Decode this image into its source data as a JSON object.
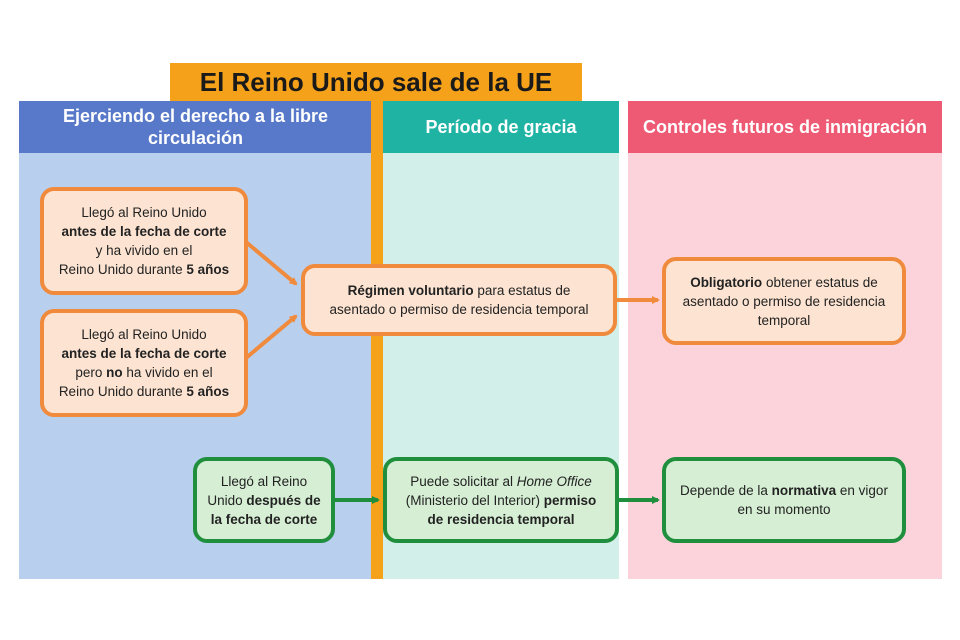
{
  "title": "El Reino Unido sale de la UE",
  "columns": [
    {
      "label": "Ejerciendo el derecho a la libre circulación",
      "bg": "#b9cfee",
      "head": "#5878c9"
    },
    {
      "label": "Período de gracia",
      "bg": "#d3efe9",
      "head": "#1fb3a3"
    },
    {
      "label": "Controles futuros de inmigración",
      "bg": "#fcd3da",
      "head": "#ee5a73"
    }
  ],
  "nodes": {
    "arrived_before_5y": {
      "l1": "Llegó al Reino Unido",
      "l2b": "antes de la fecha de corte",
      "l3": "y ha vivido en el",
      "l4": "Reino Unido durante ",
      "l4b": "5 años"
    },
    "arrived_before_not5y": {
      "l1": "Llegó al Reino Unido",
      "l2b": "antes de la fecha de corte",
      "l3a": "pero ",
      "l3b": "no",
      "l3c": " ha vivido en el",
      "l4": "Reino Unido durante ",
      "l4b": "5 años"
    },
    "voluntary_scheme": {
      "b": "Régimen voluntario",
      "t1": " para estatus de",
      "t2": "asentado o permiso de residencia temporal"
    },
    "mandatory": {
      "b": "Obligatorio",
      "t1": " obtener estatus de",
      "t2": "asentado o permiso de residencia",
      "t3": "temporal"
    },
    "arrived_after": {
      "l1": "Llegó al Reino",
      "l2a": "Unido ",
      "l2b": "después de",
      "l3b": "la fecha de corte"
    },
    "apply_home_office": {
      "t1a": "Puede solicitar al ",
      "t1i": "Home Office",
      "t2a": "(Ministerio del Interior) ",
      "t2b": "permiso",
      "t3b": "de residencia temporal"
    },
    "depends_rules": {
      "t1a": "Depende de la ",
      "t1b": "normativa",
      "t1c": " en vigor",
      "t2": "en su momento"
    }
  },
  "colors": {
    "title_bg": "#f5a21a",
    "orange_border": "#f08a3c",
    "orange_fill": "#fde4d2",
    "green_border": "#1f8f3e",
    "green_fill": "#d6efd4"
  }
}
